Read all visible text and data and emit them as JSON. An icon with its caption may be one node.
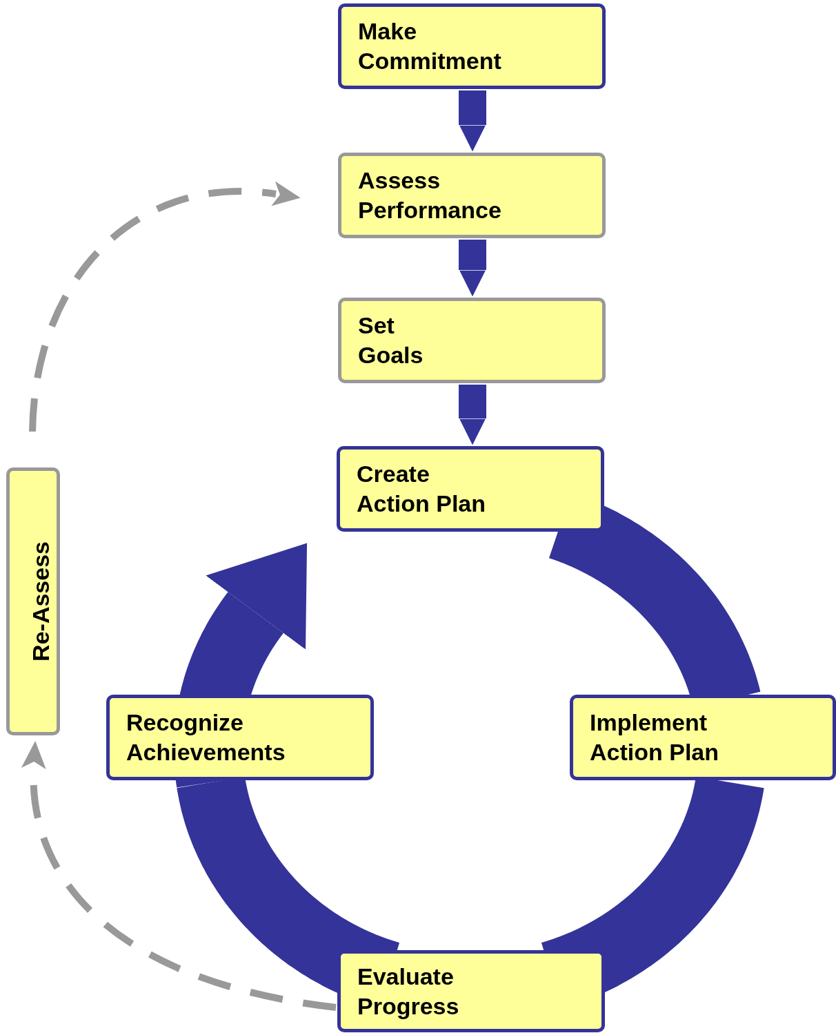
{
  "diagram": {
    "nodes": [
      {
        "text": [
          "Make Commitment"
        ]
      },
      {
        "text": [
          "Assess Performance"
        ]
      },
      {
        "text": [
          "Set Goals"
        ]
      },
      {
        "text": [
          "Create Action Plan"
        ]
      },
      {
        "text": [
          "Recognize Achievements"
        ]
      },
      {
        "text": [
          "Implement Action Plan"
        ]
      },
      {
        "text": [
          "Evaluate Progress"
        ]
      },
      {
        "text": [
          "Re-Assess"
        ]
      }
    ],
    "edges": [
      {
        "from": 0,
        "to": 1,
        "arrow": "to"
      },
      {
        "from": 1,
        "to": 2,
        "arrow": "to"
      },
      {
        "from": 2,
        "to": 3,
        "arrow": "to"
      },
      {
        "from": 3,
        "to": 5,
        "arrow": "none",
        "style": "thick"
      },
      {
        "from": 5,
        "to": 6,
        "arrow": "none",
        "style": "thick"
      },
      {
        "from": 6,
        "to": 4,
        "arrow": "none",
        "style": "thick"
      },
      {
        "from": 4,
        "to": 3,
        "arrow": "to",
        "style": "thick"
      },
      {
        "from": 6,
        "to": 7,
        "arrow": "to",
        "style": "dashed",
        "color": "#999999"
      },
      {
        "from": 7,
        "to": 1,
        "arrow": "to",
        "style": "dashed",
        "color": "#999999"
      }
    ]
  }
}
